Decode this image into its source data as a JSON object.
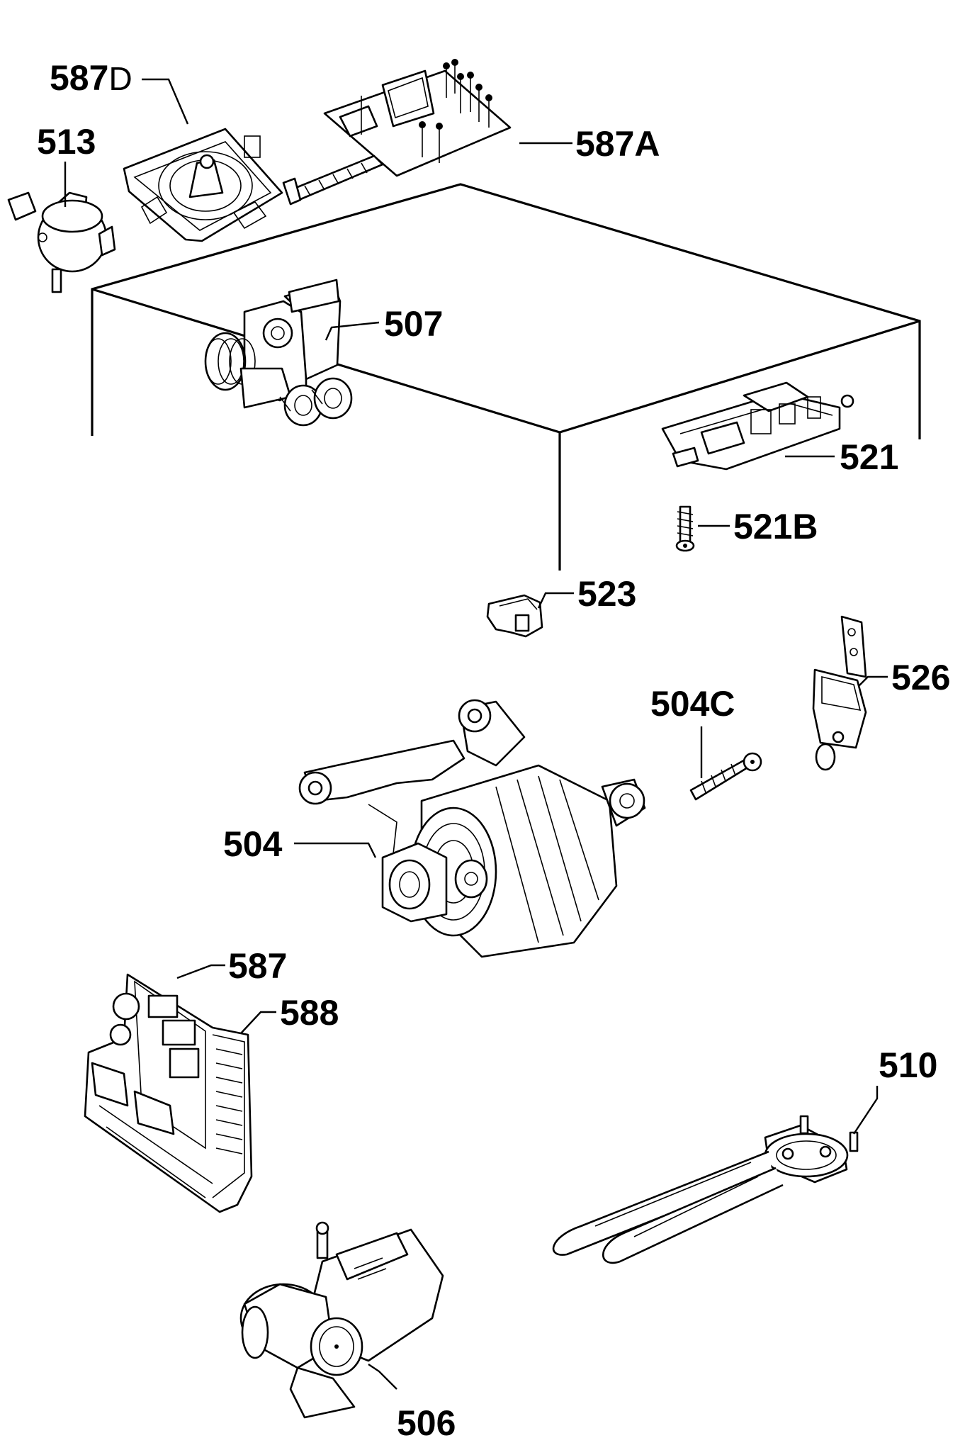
{
  "labels": {
    "587D_num": "587",
    "587D_suffix": "D",
    "513": "513",
    "587A": "587A",
    "507": "507",
    "521": "521",
    "521B": "521B",
    "523": "523",
    "526": "526",
    "504C": "504C",
    "504": "504",
    "587": "587",
    "588": "588",
    "510": "510",
    "506": "506"
  }
}
